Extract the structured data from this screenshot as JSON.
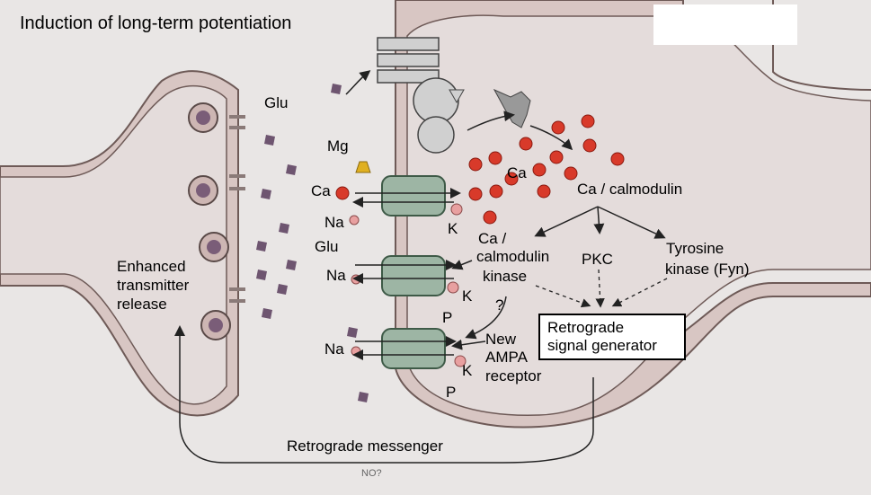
{
  "title": "Induction of long-term potentiation",
  "labels": {
    "glu_top": "Glu",
    "mg": "Mg",
    "ca_left": "Ca",
    "na_1": "Na",
    "glu_left": "Glu",
    "na_2": "Na",
    "na_3": "Na",
    "k_1": "K",
    "k_2": "K",
    "k_3": "K",
    "p_1": "P",
    "p_2": "P",
    "ca_cluster": "Ca",
    "ca_calmodulin": "Ca / calmodulin",
    "camk_line1": "Ca /",
    "camk_line2": "calmodulin",
    "camk_line3": "kinase",
    "pkc": "PKC",
    "tyr_line1": "Tyrosine",
    "tyr_line2": "kinase (Fyn)",
    "question": "?",
    "new_line1": "New",
    "new_line2": "AMPA",
    "new_line3": "receptor",
    "enh_line1": "Enhanced",
    "enh_line2": "transmitter",
    "enh_line3": "release",
    "retro_line1": "Retrograde",
    "retro_line2": "signal generator",
    "messenger": "Retrograde messenger",
    "no": "NO?"
  },
  "colors": {
    "background": "#e9e6e5",
    "membrane_fill": "#d8c6c3",
    "membrane_edge": "#6e5a57",
    "cytoplasm": "#e4dcdb",
    "receptor": "#9db5a4",
    "ca_ion": "#d83a2a",
    "na_ion": "#e8a0a0",
    "glutamate": "#6e5570",
    "mg": "#e0b020"
  }
}
